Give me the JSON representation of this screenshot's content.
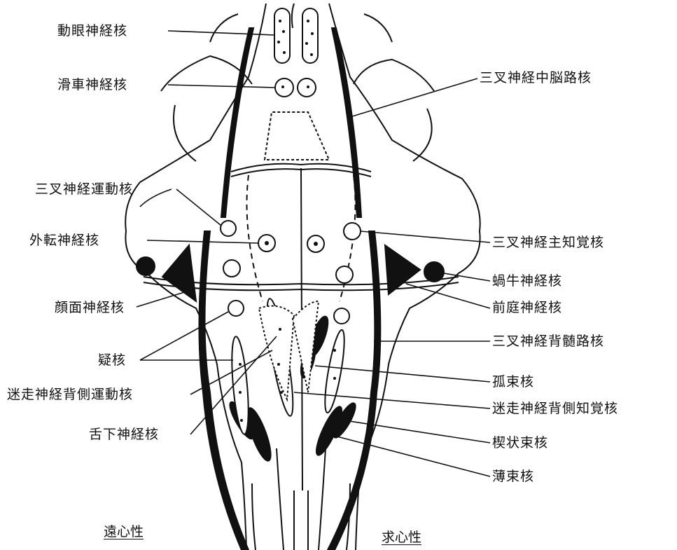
{
  "labels_left": [
    "動眼神経核",
    "滑車神経核",
    "三叉神経運動核",
    "外転神経核",
    "顔面神経核",
    "疑核",
    "迷走神経背側運動核",
    "舌下神経核"
  ],
  "labels_right": [
    "三叉神経中脳路核",
    "三叉神経主知覚核",
    "蝸牛神経核",
    "前庭神経核",
    "三叉神経背髄路核",
    "孤束核",
    "迷走神経背側知覚核",
    "楔状束核",
    "薄束核"
  ],
  "bottom_labels": {
    "left": "遠心性",
    "right": "求心性"
  }
}
